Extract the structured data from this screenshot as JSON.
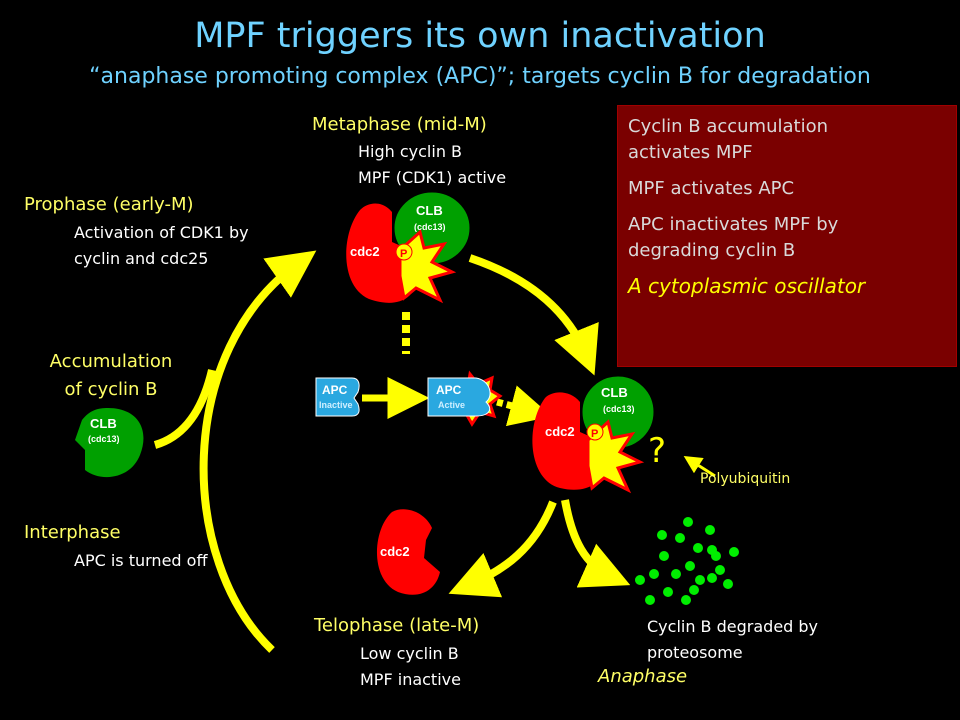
{
  "title": "MPF triggers its own inactivation",
  "subtitle": "“anaphase promoting complex (APC)”; targets cyclin B for degradation",
  "metaphase": {
    "heading": "Metaphase (mid-M)",
    "line1": "High cyclin B",
    "line2": "MPF (CDK1) active"
  },
  "prophase": {
    "heading": "Prophase (early-M)",
    "line1": "Activation of CDK1 by",
    "line2": "cyclin and cdc25"
  },
  "accumulation": {
    "line1": "Accumulation",
    "line2": "of cyclin B"
  },
  "interphase": {
    "heading": "Interphase",
    "line1": "APC is turned off"
  },
  "telophase": {
    "heading": "Telophase (late-M)",
    "line1": "Low cyclin B",
    "line2": "MPF inactive"
  },
  "anaphase": {
    "label": "Anaphase",
    "degraded_line1": "Cyclin B degraded by",
    "degraded_line2": "proteosome"
  },
  "polyubiquitin": "Polyubiquitin",
  "infobox": {
    "line1": "Cyclin B accumulation",
    "line2": "activates MPF",
    "line3": "MPF activates APC",
    "line4": "APC inactivates MPF by",
    "line5": "degrading cyclin B",
    "oscillator": "A cytoplasmic oscillator"
  },
  "molecules": {
    "clb": "CLB",
    "cdc13": "(cdc13)",
    "cdc2": "cdc2",
    "p": "P",
    "apc": "APC",
    "inactive": "Inactive",
    "active": "Active",
    "question": "?"
  },
  "colors": {
    "cyan": "#6fd2ff",
    "yellow": "#ffff00",
    "red": "#ff0000",
    "green": "#00a000",
    "dark_red": "#7a0000",
    "apc_blue": "#2aa8e0",
    "dot_green": "#00ee00"
  }
}
